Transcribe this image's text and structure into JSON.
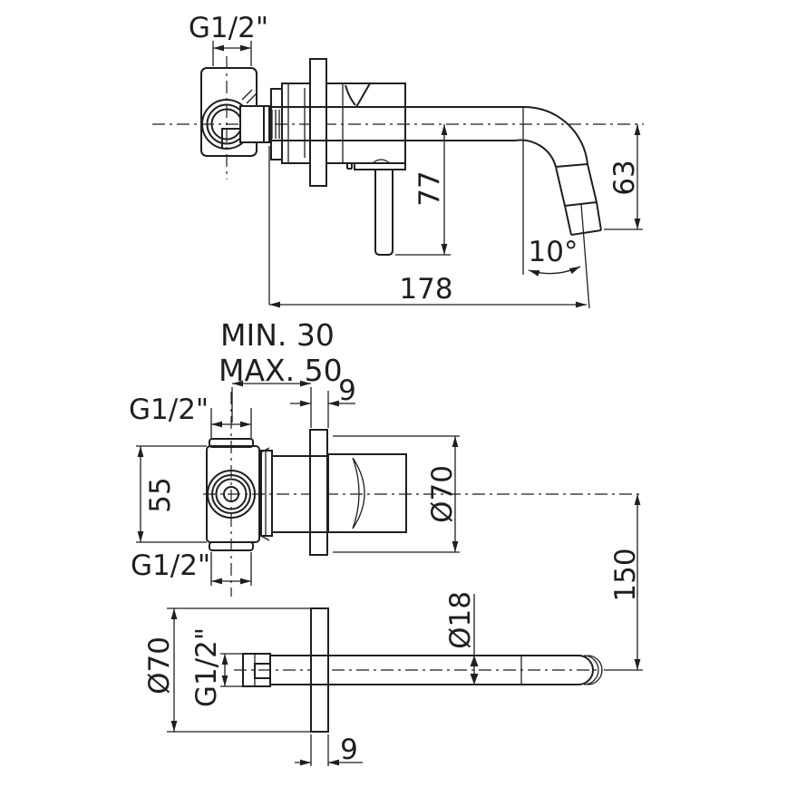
{
  "colors": {
    "line": "#1f1f1f",
    "background": "#ffffff"
  },
  "views": {
    "side": {
      "inlet_thread": "G1/2\"",
      "lever_drop": "77",
      "spout_drop": "63",
      "spout_angle": "10°",
      "spout_reach": "178"
    },
    "installation": {
      "recess_min": "MIN. 30",
      "recess_max": "MAX. 50",
      "plate_thickness": "9",
      "top_thread": "G1/2\"",
      "body_height": "55",
      "bottom_thread": "G1/2\"",
      "escutcheon_diameter": "Ø70",
      "spout_center_distance": "150"
    },
    "spout": {
      "escutcheon_diameter": "Ø70",
      "thread": "G1/2\"",
      "pipe_diameter": "Ø18",
      "plate_thickness": "9"
    }
  }
}
